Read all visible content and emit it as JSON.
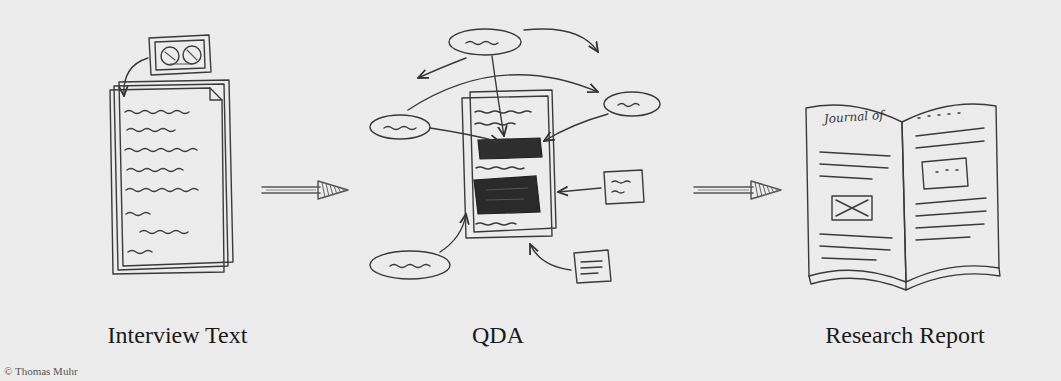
{
  "diagram": {
    "nodes": [
      {
        "text": [
          "Interview Text"
        ]
      },
      {
        "text": [
          "QDA"
        ]
      },
      {
        "text": [
          "Research Report"
        ]
      }
    ],
    "edges": [
      {
        "from": 0,
        "to": 1,
        "arrow": "to"
      },
      {
        "from": 1,
        "to": 2,
        "arrow": "to"
      }
    ],
    "labels": [
      "Journal of",
      "© Thomas Muhr"
    ]
  }
}
